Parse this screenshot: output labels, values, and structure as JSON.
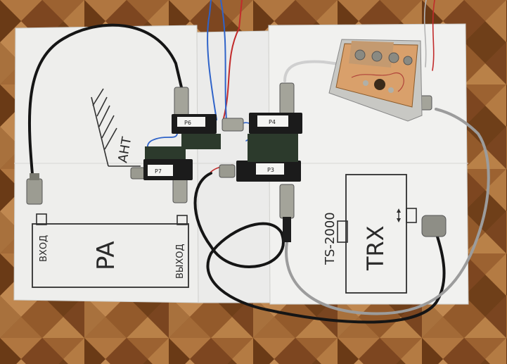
{
  "labels": {
    "ant": "АНТ",
    "vhod": "ВХОД",
    "vyhod": "ВЫХОД",
    "pa": "PA",
    "trx": "TRX",
    "ts2000": "TS-2000"
  },
  "relays": [
    {
      "id": "p6",
      "label": "P6"
    },
    {
      "id": "p4",
      "label": "P4"
    },
    {
      "id": "p7",
      "label": "P7"
    },
    {
      "id": "p3",
      "label": "P3"
    }
  ],
  "colors": {
    "floor_light": "#a8703a",
    "floor_dark": "#6e3f18",
    "paper": "#f1f1ef",
    "relay_body": "#1b1b1b",
    "pcb": "#d9a06b",
    "cable_black": "#151515",
    "cable_grey": "#9c9c9c",
    "wire_red": "#c22b2b",
    "wire_blue": "#2f63c9"
  }
}
